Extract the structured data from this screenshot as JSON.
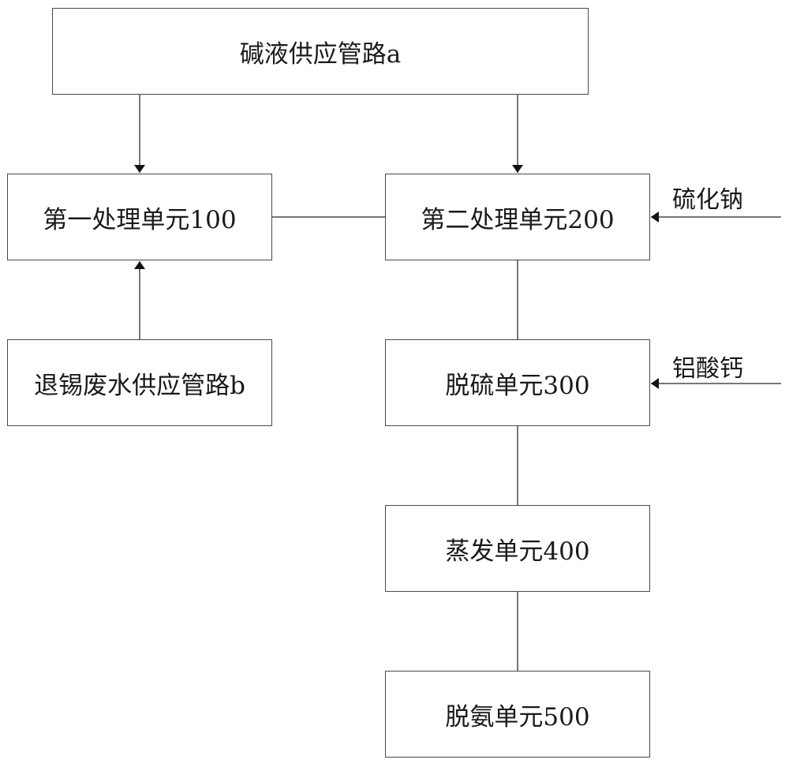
{
  "diagram": {
    "nodes": {
      "alkali_supply": "碱液供应管路a",
      "first_unit": "第一处理单元100",
      "second_unit": "第二处理单元200",
      "tin_wastewater_supply": "退锡废水供应管路b",
      "desulfurization_unit": "脱硫单元300",
      "evaporation_unit": "蒸发单元400",
      "deammonia_unit": "脱氨单元500"
    },
    "inputs": {
      "sodium_sulfide": "硫化钠",
      "calcium_aluminate": "铝酸钙"
    },
    "edges": [
      {
        "from": "alkali_supply",
        "to": "first_unit",
        "arrow": true
      },
      {
        "from": "alkali_supply",
        "to": "second_unit",
        "arrow": true
      },
      {
        "from": "tin_wastewater_supply",
        "to": "first_unit",
        "arrow": true
      },
      {
        "from": "first_unit",
        "to": "second_unit",
        "arrow": false
      },
      {
        "from": "sodium_sulfide",
        "to": "second_unit",
        "arrow": true
      },
      {
        "from": "second_unit",
        "to": "desulfurization_unit",
        "arrow": false
      },
      {
        "from": "calcium_aluminate",
        "to": "desulfurization_unit",
        "arrow": true
      },
      {
        "from": "desulfurization_unit",
        "to": "evaporation_unit",
        "arrow": false
      },
      {
        "from": "evaporation_unit",
        "to": "deammonia_unit",
        "arrow": false
      }
    ]
  },
  "colors": {
    "line": "#4a4a4a",
    "text": "#1a1a1a",
    "background": "#ffffff"
  }
}
